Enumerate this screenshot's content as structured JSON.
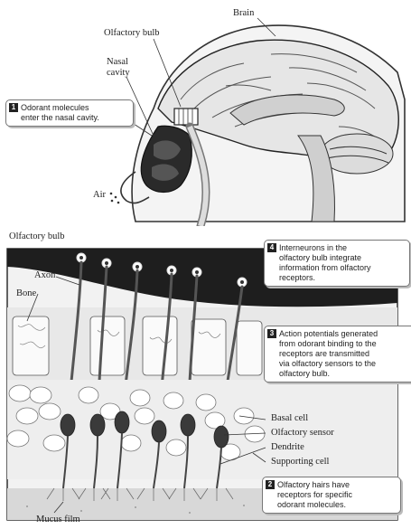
{
  "labels": {
    "brain": "Brain",
    "olfactory_bulb_top": "Olfactory bulb",
    "nasal_cavity_line1": "Nasal",
    "nasal_cavity_line2": "cavity",
    "air": "Air",
    "olfactory_bulb_section": "Olfactory bulb",
    "axon": "Axon",
    "bone": "Bone",
    "basal_cell": "Basal cell",
    "olfactory_sensor": "Olfactory sensor",
    "dendrite": "Dendrite",
    "supporting_cell": "Supporting cell",
    "mucus_film": "Mucus film"
  },
  "callouts": [
    {
      "number": "1",
      "lines": [
        "Odorant molecules",
        "enter the nasal cavity."
      ]
    },
    {
      "number": "4",
      "lines": [
        "Interneurons in the",
        "olfactory bulb integrate",
        "information from olfactory",
        "receptors."
      ]
    },
    {
      "number": "3",
      "lines": [
        "Action potentials generated",
        "from odorant binding to the",
        "receptors are transmitted",
        "via olfactory sensors to the",
        "olfactory bulb."
      ]
    },
    {
      "number": "2",
      "lines": [
        "Olfactory hairs have",
        "receptors for specific",
        "odorant molecules."
      ]
    }
  ]
}
